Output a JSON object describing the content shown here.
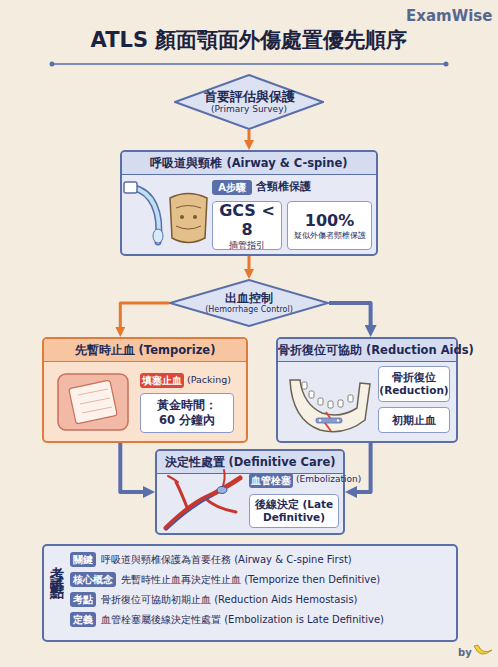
{
  "diagram": {
    "title": "ATLS 顏面顎面外傷處置優先順序",
    "nodes": [
      {
        "text": [
          "首要評估與保護",
          "(Primary Survey)"
        ]
      },
      {
        "text": [
          "呼吸道與頸椎 (Airway & C-spine)"
        ]
      },
      {
        "text": [
          "A步驟"
        ],
        "in": 1
      },
      {
        "text": [
          "GCS < 8",
          "插管指引"
        ],
        "in": 1
      },
      {
        "text": [
          "100%",
          "疑似外傷者頸椎保護"
        ],
        "in": 1
      },
      {
        "text": [
          "出血控制",
          "(Hemorrhage Control)"
        ]
      },
      {
        "text": [
          "先暫時止血 (Temporize)"
        ]
      },
      {
        "text": [
          "填塞止血"
        ],
        "in": 6
      },
      {
        "text": [
          "黃金時間： 60 分鐘內"
        ],
        "in": 6
      },
      {
        "text": [
          "骨折復位可協助 (Reduction Aids)"
        ]
      },
      {
        "text": [
          "骨折復位 (Reduction)"
        ],
        "in": 9
      },
      {
        "text": [
          "初期止血"
        ],
        "in": 9
      },
      {
        "text": [
          "決定性處置 (Definitive Care)"
        ]
      },
      {
        "text": [
          "血管栓塞"
        ],
        "in": 12
      },
      {
        "text": [
          "後線決定 (Late Definitive)"
        ],
        "in": 12
      },
      {
        "text": [
          "考試重點"
        ]
      },
      {
        "text": [
          "關鍵"
        ],
        "in": 15
      },
      {
        "text": [
          "核心概念"
        ],
        "in": 15
      },
      {
        "text": [
          "考點"
        ],
        "in": 15
      },
      {
        "text": [
          "定義"
        ],
        "in": 15
      }
    ],
    "edges": [
      {
        "from": 0,
        "to": 1,
        "arrow": "to"
      },
      {
        "from": 1,
        "to": 5,
        "arrow": "to"
      },
      {
        "from": 5,
        "to": 6,
        "arrow": "to"
      },
      {
        "from": 5,
        "to": 9,
        "arrow": "to"
      },
      {
        "from": 6,
        "to": 12,
        "arrow": "to"
      },
      {
        "from": 9,
        "to": 12,
        "arrow": "to"
      }
    ],
    "labels": [
      "ExamWise",
      "含頸椎保護",
      "(Packing)",
      "(Embolization)",
      "呼吸道與頸椎保護為首要任務 (Airway & C-spine First)",
      "先暫時性止血再決定性止血 (Temporize then Definitive)",
      "骨折復位可協助初期止血 (Reduction Aids Hemostasis)",
      "血管栓塞屬後線決定性處置 (Embolization is Late Definitive)",
      "by"
    ]
  }
}
